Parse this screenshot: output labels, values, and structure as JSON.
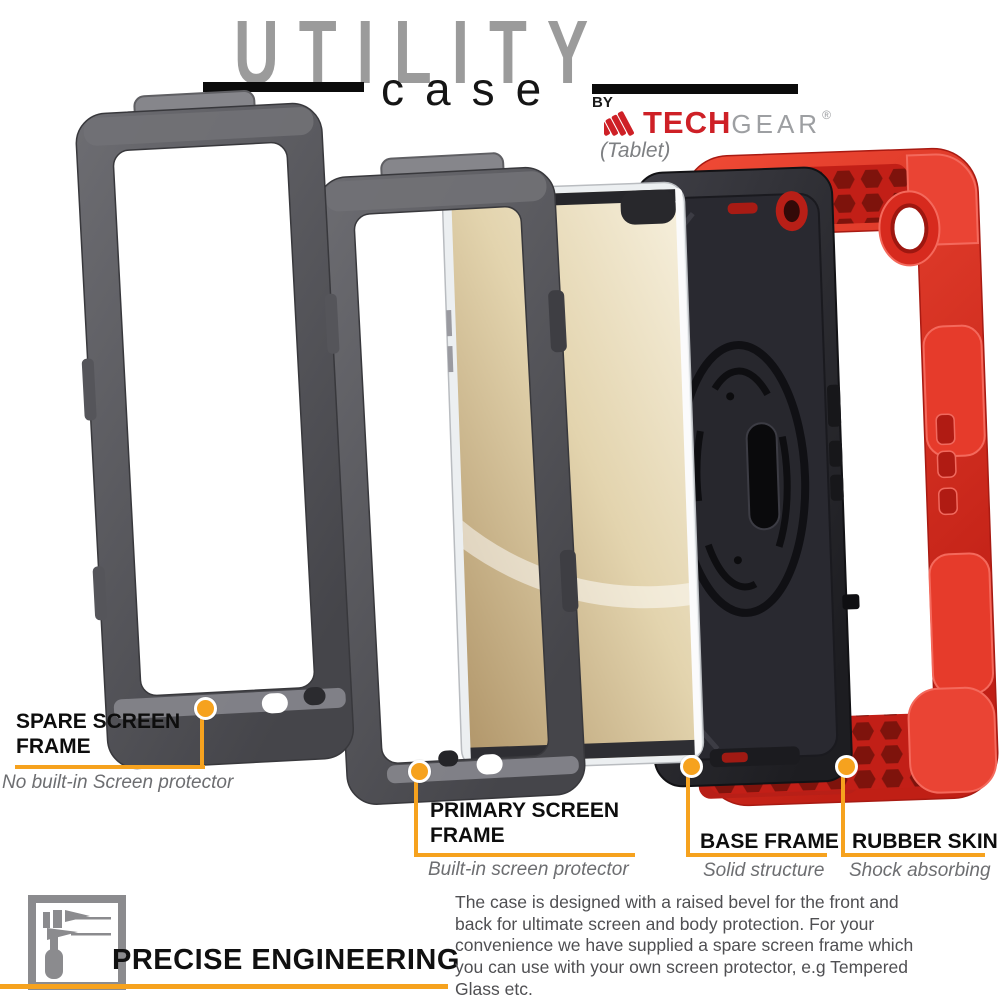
{
  "header": {
    "title": "UTILITY",
    "subtitle": "case",
    "by_label": "BY",
    "brand_tech": "TECH",
    "brand_gear": "GEAR",
    "brand_reg": "®",
    "tablet_note": "(Tablet)"
  },
  "callouts": [
    {
      "title": "SPARE SCREEN FRAME",
      "subtitle": "No built-in Screen protector"
    },
    {
      "title": "PRIMARY SCREEN FRAME",
      "subtitle": "Built-in screen protector"
    },
    {
      "title": "BASE FRAME",
      "subtitle": "Solid structure"
    },
    {
      "title": "RUBBER SKIN",
      "subtitle": "Shock absorbing"
    }
  ],
  "footer": {
    "heading": "PRECISE ENGINEERING",
    "description": "The case is designed with a raised bevel for the front and back for ultimate screen and body protection. For your convenience we have supplied a spare screen frame which you can use with your own screen protector, e.g Tempered Glass etc."
  },
  "colors": {
    "accent_orange": "#F6A21E",
    "brand_red": "#CE2026",
    "rubber_red": "#D92A1D",
    "title_gray": "#9B9B9B"
  }
}
